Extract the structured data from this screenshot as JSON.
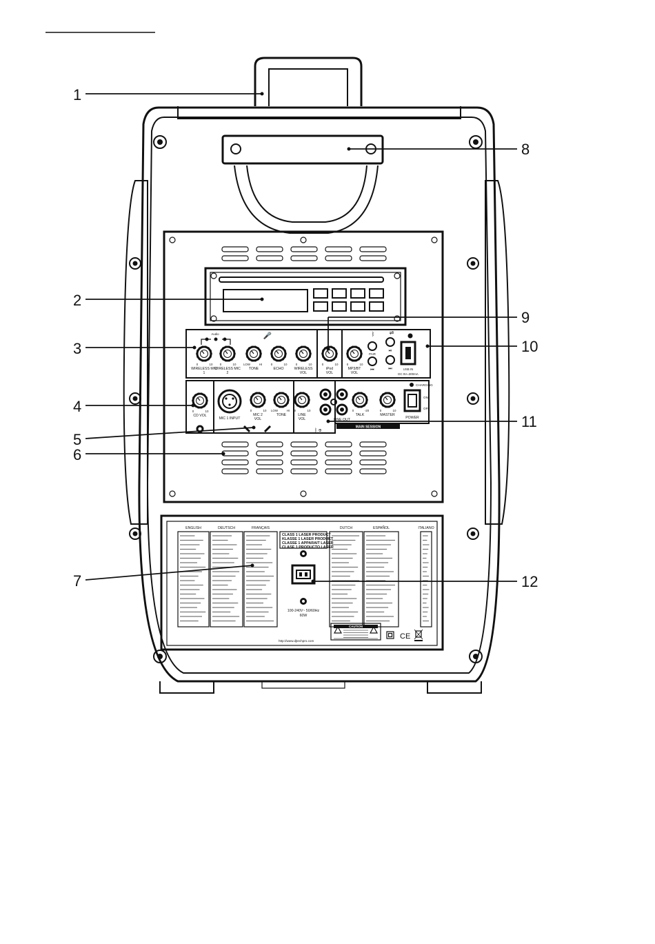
{
  "callouts": [
    "1",
    "2",
    "3",
    "4",
    "5",
    "6",
    "7",
    "8",
    "9",
    "10",
    "11",
    "12"
  ],
  "cd_panel_buttons": 8,
  "top_controls": {
    "audio_label": "Audio",
    "knobs": [
      {
        "label": "WIRELESS MIC 1",
        "min": "0",
        "max": "10"
      },
      {
        "label": "WIRELESS MIC 2",
        "min": "0",
        "max": "10"
      },
      {
        "label": "TONE",
        "min": "LOW",
        "max": "HI"
      },
      {
        "label": "ECHO",
        "min": "0",
        "max": "10"
      },
      {
        "label": "WIRELESS VOL",
        "min": "0",
        "max": "10"
      },
      {
        "label": "iPod VOL",
        "min": "0",
        "max": "10"
      },
      {
        "label": "MP3/BT VOL",
        "min": "0",
        "max": "10"
      }
    ],
    "pair_label": "PAIR",
    "usb_label": "USB IN",
    "usb_spec": "DC 5V=300mA"
  },
  "bottom_controls": {
    "knobs": [
      {
        "label": "CD VOL",
        "min": "0",
        "max": "10"
      },
      {
        "label": "MIC 2 VOL",
        "min": "0",
        "max": "10"
      },
      {
        "label": "TONE",
        "min": "LOW",
        "max": "HI"
      },
      {
        "label": "LINE VOL",
        "min": "0",
        "max": "10"
      },
      {
        "label": "TALK",
        "min": "0",
        "max": "-20"
      },
      {
        "label": "MASTER",
        "min": "0",
        "max": "10"
      }
    ],
    "mic_input_label": "MIC 1 INPUT",
    "line_out_label": "LINE OUT",
    "main_session": "MAIN SESSION",
    "charging": "CHARGING",
    "on": "ON",
    "off": "OFF",
    "power": "POWER"
  },
  "languages": [
    "ENGLISH",
    "DEUTSCH",
    "FRANÇAIS",
    "DUTCH",
    "ESPAÑOL",
    "ITALIANO"
  ],
  "laser_lines": [
    "CLASS 1 LASER PRODUCT",
    "KLASSE 1 LASER PRODUKT",
    "CLASSE 1 APPARAIT LASER",
    "CLASE 1 PRODUCTO LASER"
  ],
  "power_rating": "100-240V~ 50/60Hz",
  "power_watt": "60W",
  "caution": "CAUTION",
  "website": "http://www.djtechpro.com",
  "ce_mark": "CE"
}
